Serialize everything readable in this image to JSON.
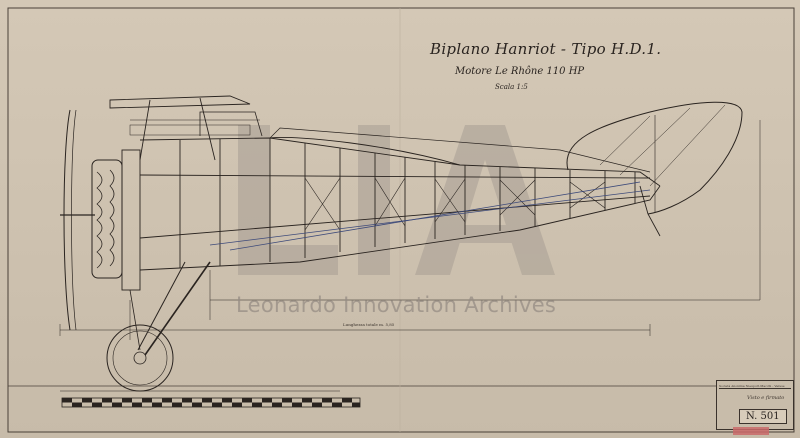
{
  "document": {
    "title": "Biplano Hanriot - Tipo H.D.1.",
    "subtitle": "Motore Le Rhône 110 HP",
    "scale": "Scala 1:5",
    "length_label": "Lunghezza totale m. 5,85"
  },
  "watermark": {
    "letters": "LIA",
    "text": "Leonardo Innovation Archives"
  },
  "title_block": {
    "header": "Società Anonima Nieuport-Macchi - Varese",
    "signature": "Visto e firmato",
    "number": "N. 501"
  },
  "colors": {
    "paper": "#d4c8b6",
    "ink": "#2a2420",
    "blueprint_line": "#3d4a7a",
    "watermark": "#9a9088",
    "stamp": "#c96a6a"
  }
}
